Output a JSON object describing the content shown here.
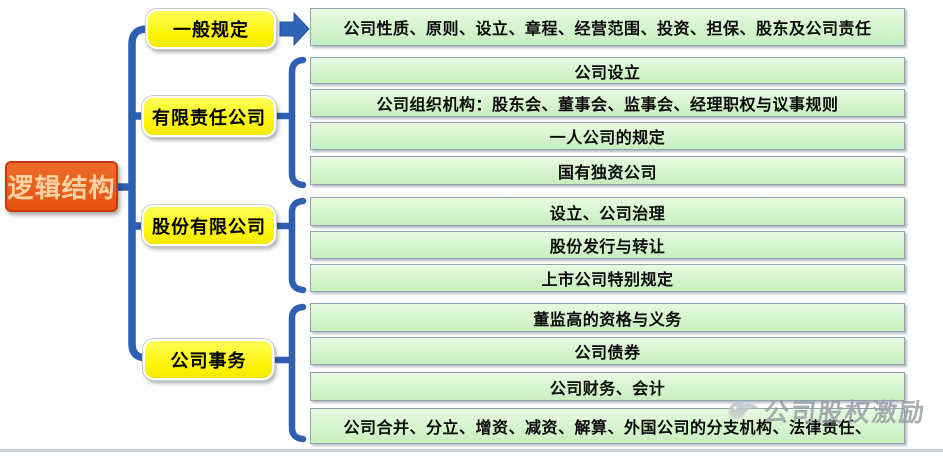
{
  "root": {
    "label": "逻辑结构"
  },
  "branches": [
    {
      "label": "一般规定",
      "connector": "arrow",
      "items": [
        "公司性质、原则、设立、章程、经营范围、投资、担保、股东及公司责任"
      ]
    },
    {
      "label": "有限责任公司",
      "connector": "brace",
      "items": [
        "公司设立",
        "公司组织机构：股东会、董事会、监事会、经理职权与议事规则",
        "一人公司的规定",
        "国有独资公司"
      ]
    },
    {
      "label": "股份有限公司",
      "connector": "brace",
      "items": [
        "设立、公司治理",
        "股份发行与转让",
        "上市公司特别规定"
      ]
    },
    {
      "label": "公司事务",
      "connector": "brace",
      "items": [
        "董监高的资格与义务",
        "公司债券",
        "公司财务、会计",
        "公司合并、分立、增资、减资、解算、外国公司的分支机构、法律责任、"
      ]
    }
  ],
  "watermark": {
    "text": "公司股权激励",
    "icon": "dove-logo-icon"
  },
  "colors": {
    "connector_blue": "#2E5FB2",
    "branch_yellow": "#FFFF00",
    "leaf_green": "#D5F4CD",
    "root_orange": "#E5520F",
    "watermark_gray": "#9AA0A4"
  }
}
